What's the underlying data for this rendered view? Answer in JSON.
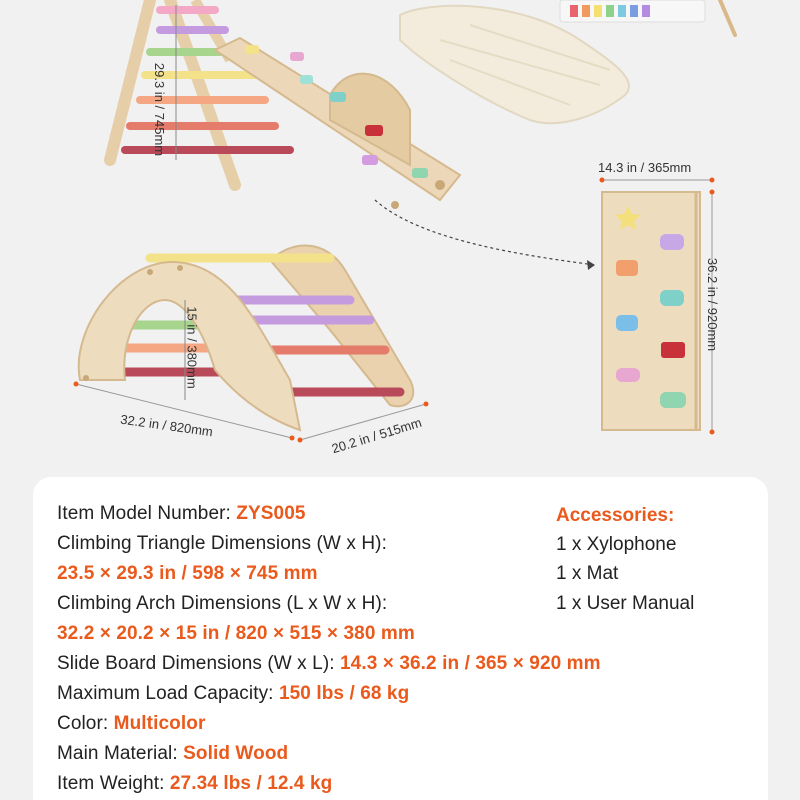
{
  "dimensions": {
    "triangle_height": "29.3 in / 745mm",
    "board_width": "14.3 in / 365mm",
    "board_height": "36.2 in / 920mm",
    "arch_length": "32.2 in / 820mm",
    "arch_width": "20.2 in / 515mm",
    "arch_height": "15 in / 380mm"
  },
  "specs": [
    {
      "label": "Item Model Number: ",
      "value": "ZYS005"
    },
    {
      "label": "Climbing Triangle Dimensions (W x H):",
      "value": ""
    },
    {
      "label": "",
      "value": "23.5 × 29.3 in / 598 × 745 mm"
    },
    {
      "label": "Climbing Arch Dimensions (L x W x H):",
      "value": ""
    },
    {
      "label": "",
      "value": "32.2 × 20.2 × 15 in / 820 × 515 × 380 mm"
    },
    {
      "label": "Slide Board Dimensions (W x L): ",
      "value": "14.3 × 36.2 in / 365 × 920 mm"
    },
    {
      "label": "Maximum Load Capacity: ",
      "value": "150 lbs / 68 kg"
    },
    {
      "label": "Color: ",
      "value": "Multicolor"
    },
    {
      "label": "Main Material: ",
      "value": "Solid Wood"
    },
    {
      "label": "Item Weight: ",
      "value": "27.34 lbs / 12.4 kg"
    }
  ],
  "accessories": {
    "title": "Accessories:",
    "items": [
      "1 x Xylophone",
      "1 x Mat",
      "1 x User Manual"
    ]
  },
  "colors": {
    "accent": "#ea5a1c",
    "wood": "#e9d4b3",
    "rungs": [
      "#f3a8c6",
      "#c59be0",
      "#a7d58d",
      "#f4e28a",
      "#f5a683",
      "#e47b6b",
      "#b94a59"
    ]
  }
}
